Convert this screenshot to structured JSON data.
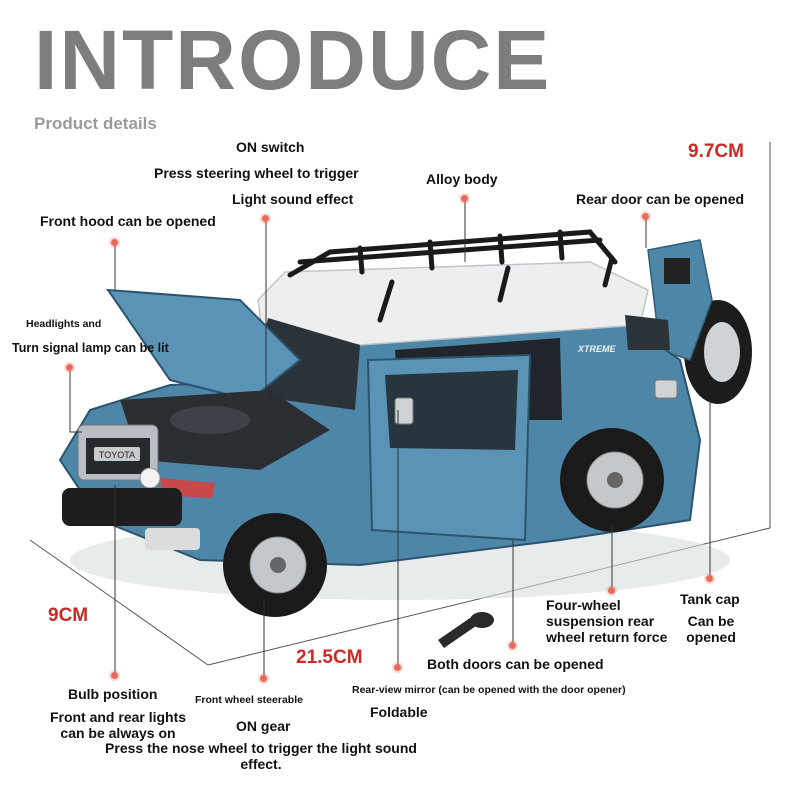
{
  "header": {
    "title": "INTRODUCE",
    "subtitle": "Product details"
  },
  "dimensions": {
    "height": "9.7CM",
    "width": "9CM",
    "length": "21.5CM"
  },
  "labels": {
    "on_switch": "ON switch",
    "press_steering": "Press steering wheel to trigger",
    "light_sound": "Light sound effect",
    "alloy_body": "Alloy body",
    "rear_door": "Rear door can be opened",
    "front_hood": "Front hood can be opened",
    "headlights": "Headlights and",
    "turn_signal": "Turn signal lamp can be lit",
    "bulb_position": "Bulb position",
    "front_rear_lights_1": "Front and rear lights",
    "front_rear_lights_2": "can be always on",
    "front_wheel": "Front wheel steerable",
    "on_gear": "ON gear",
    "press_nose_1": "Press the nose wheel to trigger the light sound",
    "press_nose_2": "effect.",
    "rear_view_mirror": "Rear-view mirror (can be opened with the door opener)",
    "foldable": "Foldable",
    "both_doors": "Both doors can be opened",
    "suspension_1": "Four-wheel",
    "suspension_2": "suspension rear",
    "suspension_3": "wheel return force",
    "tank_cap": "Tank cap",
    "tank_cap_2": "Can be",
    "tank_cap_3": "opened"
  },
  "car": {
    "brand_badge": "TOYOTA",
    "side_badge": "XTREME",
    "body_color": "#4e86a8",
    "roof_color": "#eceeef",
    "accent_color": "#cc2a24",
    "dot_color": "#e96a5a"
  }
}
